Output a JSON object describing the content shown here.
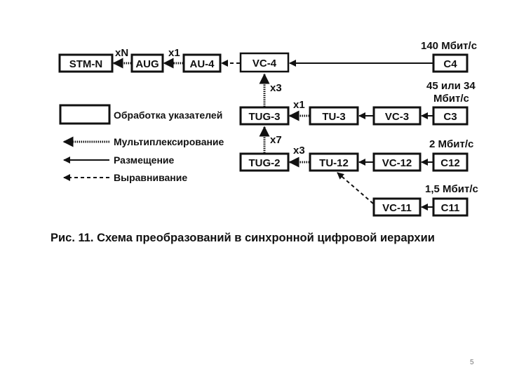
{
  "blocks": {
    "stm_n": "STM-N",
    "aug": "AUG",
    "au4": "AU-4",
    "vc4": "VC-4",
    "c4": "C4",
    "tug3": "TUG-3",
    "tu3": "TU-3",
    "vc3": "VC-3",
    "c3": "C3",
    "tug2": "TUG-2",
    "tu12": "TU-12",
    "vc12": "VC-12",
    "c12": "C12",
    "vc11": "VC-11",
    "c11": "C11"
  },
  "multipliers": {
    "xN": "xN",
    "x1_au4": "x1",
    "x3_vc4": "x3",
    "x1_tu3": "x1",
    "x7_tug2": "x7",
    "x3_tu12": "x3"
  },
  "rates": {
    "c4": "140 Мбит/с",
    "c3_line1": "45 или 34",
    "c3_line2": "Мбит/с",
    "c12": "2 Мбит/с",
    "c11": "1,5 Мбит/с"
  },
  "legend": {
    "pointer_processing": "Обработка указателей",
    "multiplexing": "Мультиплексирование",
    "mapping": "Размещение",
    "alignment": "Выравнивание"
  },
  "caption": "Рис. 11. Схема преобразований в синхронной цифровой иерархии",
  "page_number": "5"
}
